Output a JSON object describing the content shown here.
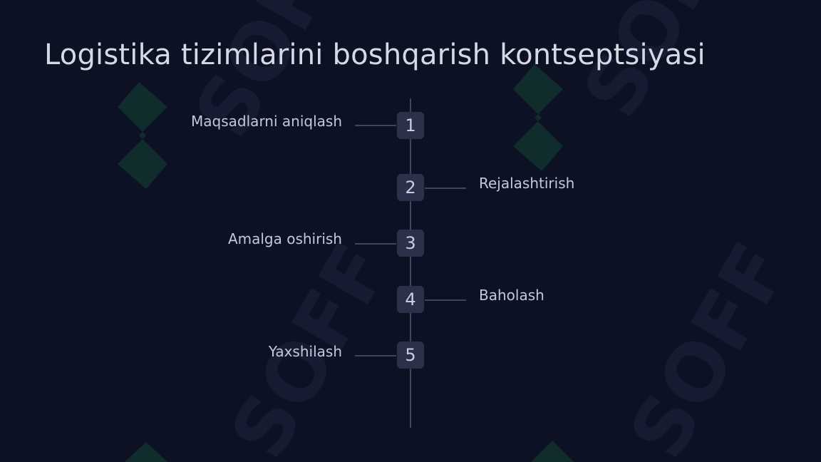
{
  "slide": {
    "title": "Logistika tizimlarini boshqarish kontseptsiyasi"
  },
  "watermark": {
    "text": "SOFF",
    "color": "#1c3a3a"
  },
  "timeline": {
    "steps": [
      {
        "number": "1",
        "label": "Maqsadlarni aniqlash",
        "side": "left"
      },
      {
        "number": "2",
        "label": "Rejalashtirish",
        "side": "right"
      },
      {
        "number": "3",
        "label": "Amalga oshirish",
        "side": "left"
      },
      {
        "number": "4",
        "label": "Baholash",
        "side": "right"
      },
      {
        "number": "5",
        "label": "Yaxshilash",
        "side": "left"
      }
    ]
  },
  "colors": {
    "background": "#0c1123",
    "badge": "#2b3149",
    "line": "#3e4560",
    "text": "#c4c8da"
  }
}
